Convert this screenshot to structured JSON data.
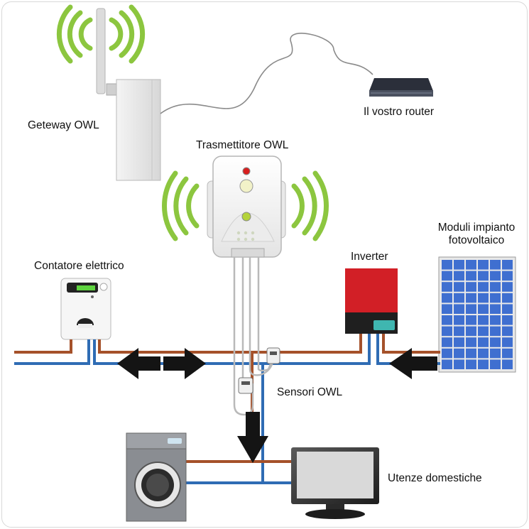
{
  "labels": {
    "gateway": "Geteway OWL",
    "router": "Il vostro router",
    "transmitter": "Trasmettitore OWL",
    "meter": "Contatore elettrico",
    "inverter": "Inverter",
    "pv_modules": "Moduli impianto fotovoltaico",
    "sensors": "Sensori OWL",
    "appliances": "Utenze domestiche"
  },
  "colors": {
    "live_wire": "#a5512a",
    "neutral_wire": "#2f6cb4",
    "signal_waves": "#8cc63f",
    "arrows": "#141414",
    "inverter_red": "#d21f26",
    "panel_blue": "#3f6fd0"
  }
}
